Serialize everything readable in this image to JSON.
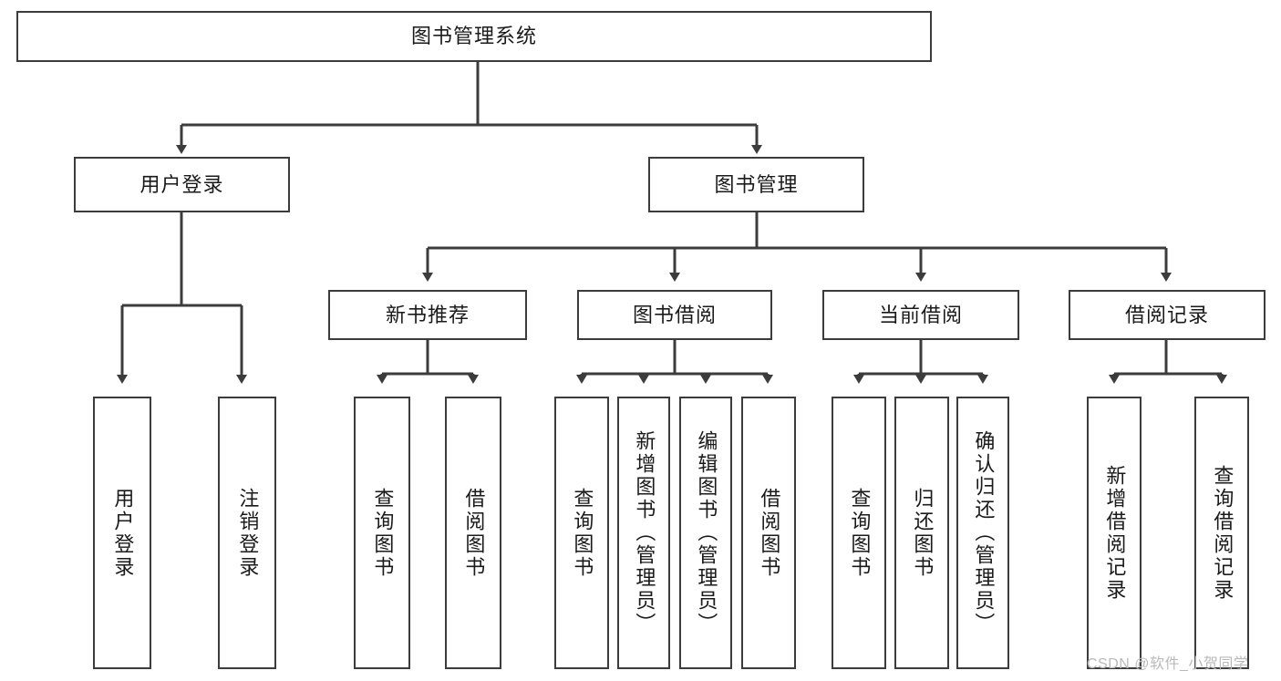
{
  "diagram": {
    "title": "图书管理系统",
    "type": "hierarchy-tree",
    "colors": {
      "box_border": "#3c3c3c",
      "box_fill": "#ffffff",
      "edge": "#3c3c3c",
      "text": "#1a1a1a",
      "watermark": "#b9b9b9",
      "background": "#ffffff"
    },
    "root": {
      "label": "图书管理系统"
    },
    "level2": [
      {
        "label": "用户登录"
      },
      {
        "label": "图书管理"
      }
    ],
    "level3": [
      {
        "label": "新书推荐"
      },
      {
        "label": "图书借阅"
      },
      {
        "label": "当前借阅"
      },
      {
        "label": "借阅记录"
      }
    ],
    "leaves_user_login": [
      {
        "label": "用户登录"
      },
      {
        "label": "注销登录"
      }
    ],
    "leaves_new_books": [
      {
        "label": "查询图书"
      },
      {
        "label": "借阅图书"
      }
    ],
    "leaves_borrow": [
      {
        "label": "查询图书"
      },
      {
        "label": "新增图书（管理员）"
      },
      {
        "label": "编辑图书（管理员）"
      },
      {
        "label": "借阅图书"
      }
    ],
    "leaves_current": [
      {
        "label": "查询图书"
      },
      {
        "label": "归还图书"
      },
      {
        "label": "确认归还（管理员）"
      }
    ],
    "leaves_records": [
      {
        "label": "新增借阅记录"
      },
      {
        "label": "查询借阅记录"
      }
    ]
  },
  "watermark": {
    "text": "CSDN @软件_小贺同学"
  }
}
